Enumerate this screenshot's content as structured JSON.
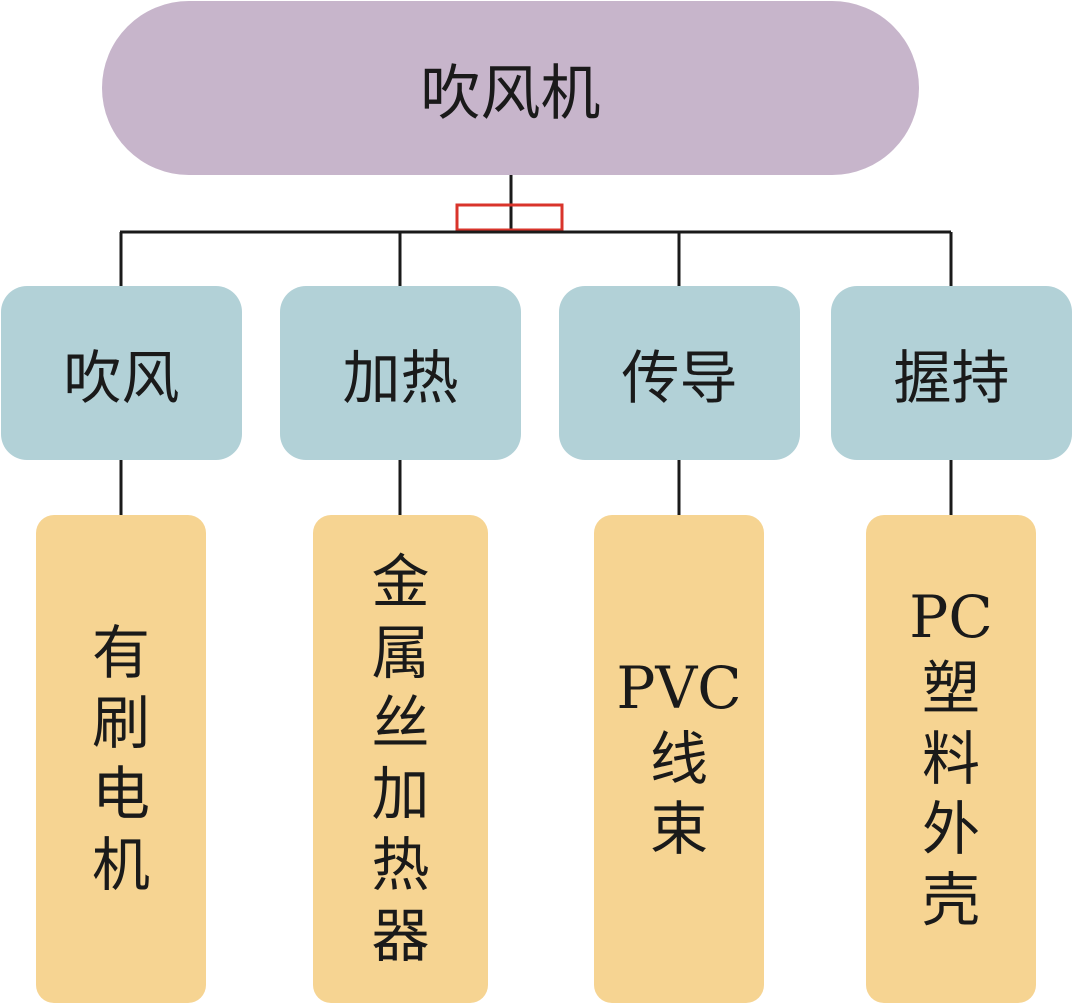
{
  "root": {
    "label": "吹风机"
  },
  "functions": [
    {
      "label": "吹风",
      "implementation": [
        "有",
        "刷",
        "电",
        "机"
      ]
    },
    {
      "label": "加热",
      "implementation": [
        "金",
        "属",
        "丝",
        "加",
        "热",
        "器"
      ]
    },
    {
      "label": "传导",
      "implementation": [
        "PVC",
        "线",
        "束"
      ]
    },
    {
      "label": "握持",
      "implementation": [
        "PC",
        "塑",
        "料",
        "外",
        "壳"
      ]
    }
  ],
  "colors": {
    "root_fill": "#c7b5cb",
    "function_fill": "#b2d1d7",
    "implementation_fill": "#f6d492",
    "connector": "#1a1a1a",
    "junction_marker": "#d9342b"
  }
}
